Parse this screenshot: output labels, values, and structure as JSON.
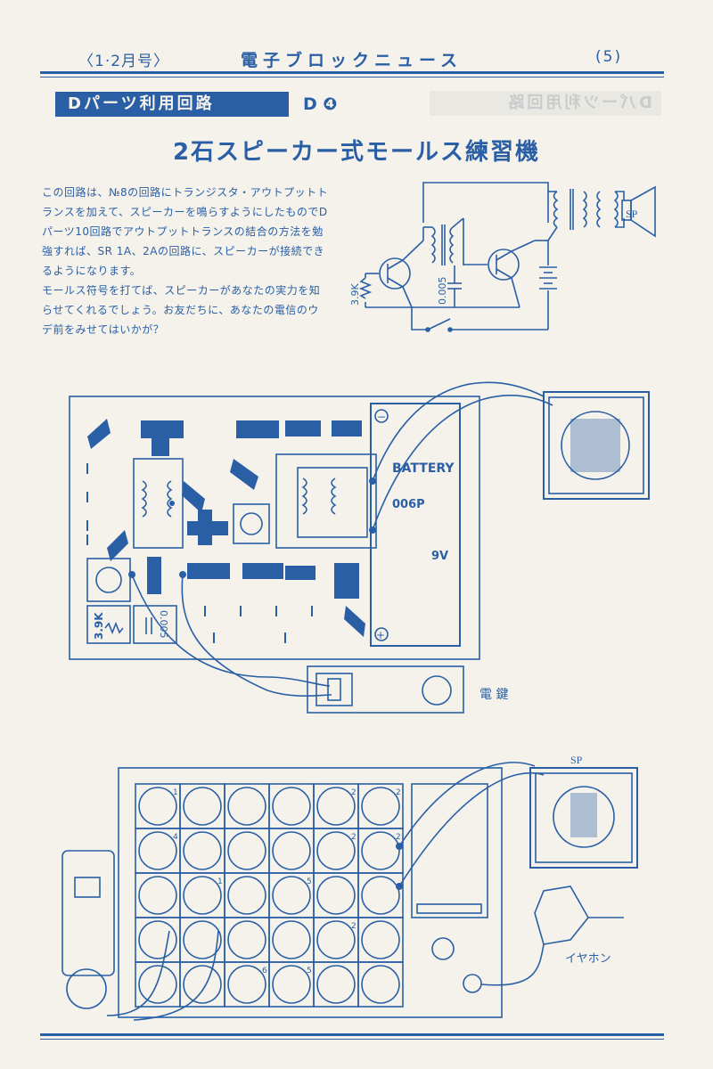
{
  "header": {
    "issue": "〈1·2月号〉",
    "publication": "電子ブロックニュース",
    "page_number": "(5)"
  },
  "section": {
    "label": "Dパーツ利用回路",
    "tag": "D ❹",
    "mirror_text": "Dパーツ利用回路"
  },
  "title": "2石スピーカー式モールス練習機",
  "body": {
    "paragraph_1": "この回路は、№8の回路にトランジスタ・アウトプットトランスを加えて、スピーカーを鳴らすようにしたものでDパーツ10回路でアウトプットトランスの結合の方法を勉強すれば、SR 1A、2Aの回路に、スピーカーが接続できるようになります。",
    "paragraph_2": "モールス符号を打てば、スピーカーがあなたの実力を知らせてくれるでしょう。お友だちに、あなたの電信のウデ前をみせてはいかが？"
  },
  "schematic": {
    "speaker_label": "SP",
    "resistor_label": "3.9K",
    "capacitor_label": "0.005"
  },
  "board1": {
    "battery_label": "BATTERY",
    "battery_model": "006P",
    "battery_voltage": "9V",
    "resistor_label": "3.9K",
    "capacitor_label": "0.005",
    "minus_sign": "−",
    "plus_sign": "+",
    "key_label": "電 鍵"
  },
  "board2": {
    "speaker_label": "SP",
    "earphone_label": "イヤホン",
    "cell_numbers": [
      "1",
      "2",
      "2",
      "4",
      "2",
      "2",
      "1",
      "5",
      "2",
      "5",
      "6"
    ]
  },
  "colors": {
    "ink": "#2a5fa6",
    "paper": "#f4f2ea",
    "ghost": "#c9cbcd"
  }
}
